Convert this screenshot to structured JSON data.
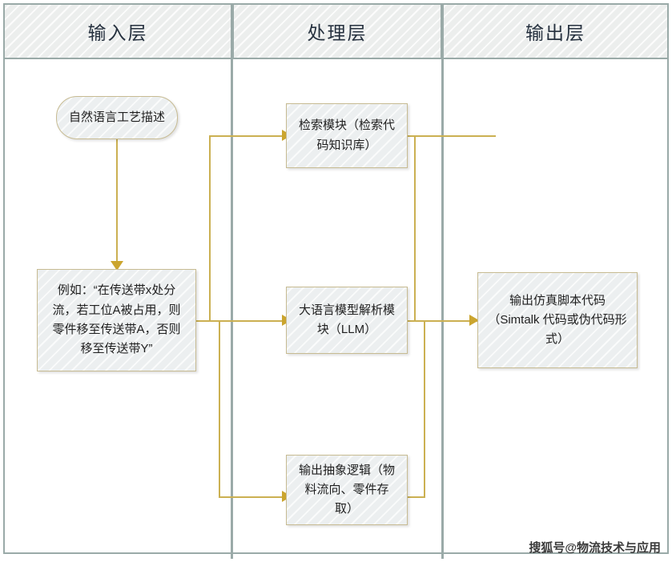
{
  "diagram": {
    "lanes": [
      {
        "label": "输入层"
      },
      {
        "label": "处理层"
      },
      {
        "label": "输出层"
      }
    ],
    "nodes": {
      "start": {
        "label": "自然语言工艺描述"
      },
      "example": {
        "label": "例如：“在传送带x处分流，若工位A被占用，则零件移至传送带A，否则移至传送带Y”"
      },
      "retrieval": {
        "label": "检索模块（检索代码知识库）"
      },
      "llm": {
        "label": "大语言模型解析模块（LLM）"
      },
      "abstract_logic": {
        "label": "输出抽象逻辑（物料流向、零件存取）"
      },
      "output_code": {
        "label": "输出仿真脚本代码（Simtalk 代码或伪代码形式）"
      }
    },
    "watermark": "搜狐号@物流技术与应用",
    "colors": {
      "lane_border": "#9aaaa8",
      "lane_header_fill": "#eceeed",
      "node_border": "#c7bb92",
      "node_fill": "#eceff0",
      "connector": "#cbb052",
      "arrow": "#cba52e",
      "header_text": "#26313f"
    }
  }
}
